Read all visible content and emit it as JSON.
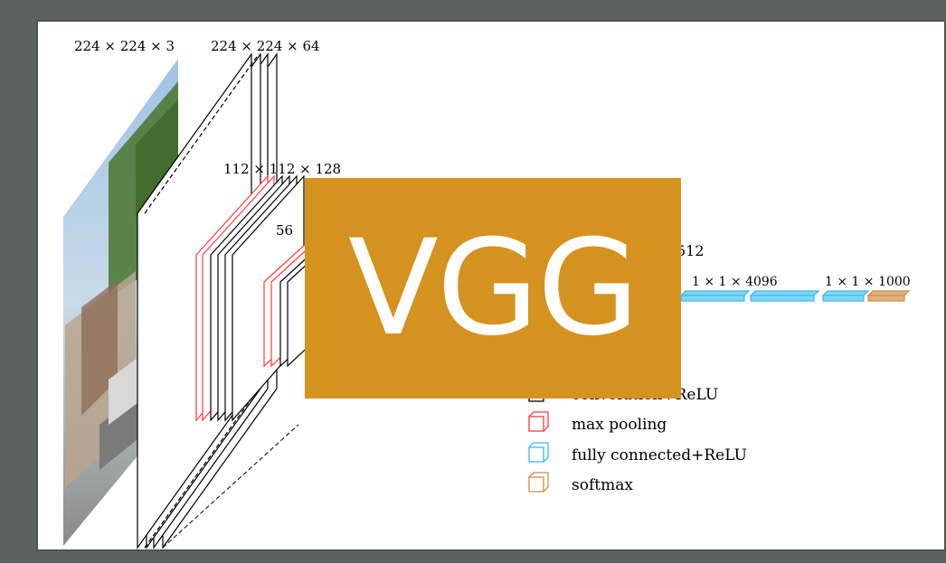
{
  "badge": {
    "text": "VGG",
    "color": "#d6921f",
    "text_color": "#ffffff"
  },
  "dimensions": {
    "input": "224 × 224 × 3",
    "conv1": "224 × 224 × 64",
    "conv2": "112 × 112 × 128",
    "conv3": "56",
    "conv5": "512",
    "fc1": "1 × 1 × 4096",
    "fc3": "1 × 1 × 1000"
  },
  "legend": {
    "items": [
      {
        "label": "convolution+ReLU",
        "color": "#000000"
      },
      {
        "label": "max pooling",
        "color": "#ff3b3b"
      },
      {
        "label": "fully connected+ReLU",
        "color": "#3fb8ee"
      },
      {
        "label": "softmax",
        "color": "#cc8e48"
      }
    ]
  },
  "colors": {
    "frame": "#5c6162",
    "conv": "#000000",
    "pool": "#ff3b3b",
    "fc": "#3fb8ee",
    "softmax": "#cc8e48"
  }
}
